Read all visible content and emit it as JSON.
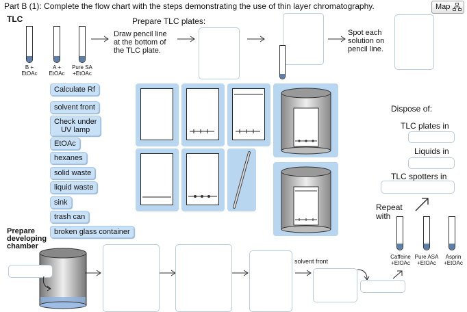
{
  "header": {
    "part": "Part B (1)",
    "instruction": ": Complete the flow chart with the steps demonstrating the use of thin layer chromatography.",
    "map_label": "Map"
  },
  "tlc": {
    "title": "TLC",
    "tubes": [
      "B +\nEtOAc",
      "A +\nEtOAc",
      "Pure SA\n+EtOAc"
    ],
    "prepare_title": "Prepare TLC plates:",
    "draw_text": "Draw pencil line\nat the bottom of\nthe TLC plate.",
    "spot_text": "Spot each\nsolution on\npencil line."
  },
  "labels": [
    "Calculate Rf",
    "solvent front",
    "Check under\nUV lamp",
    "EtOAc",
    "hexanes",
    "solid waste",
    "liquid waste",
    "sink",
    "trash can",
    "broken glass container"
  ],
  "dispose": {
    "title": "Dispose of:",
    "items": [
      "TLC plates in",
      "Liquids in",
      "TLC spotters in"
    ]
  },
  "repeat": {
    "text": "Repeat\nwith",
    "tubes": [
      "Caffeine\n+EtOAc",
      "Pure ASA\n+EtOAc",
      "Asprin\n+EtOAc"
    ]
  },
  "chamber": {
    "title": "Prepare\ndeveloping\nchamber",
    "solvent_front": "solvent front"
  }
}
